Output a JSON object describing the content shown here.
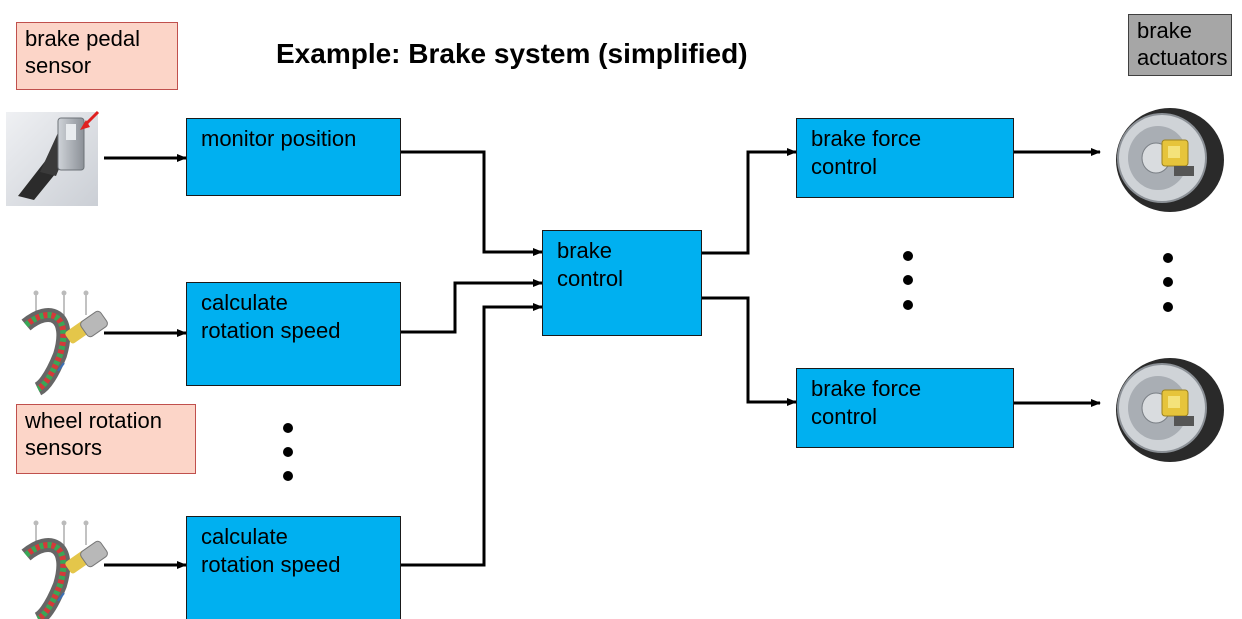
{
  "title": "Example: Brake system (simplified)",
  "sensor_labels": {
    "pedal": [
      "brake pedal",
      "sensor"
    ],
    "wheel": [
      "wheel rotation",
      "sensors"
    ],
    "actuators": [
      "brake",
      "actuators"
    ]
  },
  "blocks": {
    "monitor": [
      "monitor position"
    ],
    "calc1": [
      "calculate",
      "rotation speed"
    ],
    "calc2": [
      "calculate",
      "rotation speed"
    ],
    "brake_control": [
      "brake",
      "control"
    ],
    "force1": [
      "brake force",
      "control"
    ],
    "force2": [
      "brake force",
      "control"
    ]
  },
  "colors": {
    "block_fill": "#00b0f0",
    "sensor_label_fill": "#fcd5c8",
    "actuator_label_fill": "#a6a6a6"
  },
  "icons": [
    "brake-pedal-icon",
    "wheel-speed-sensor-icon",
    "brake-disc-wheel-icon"
  ]
}
